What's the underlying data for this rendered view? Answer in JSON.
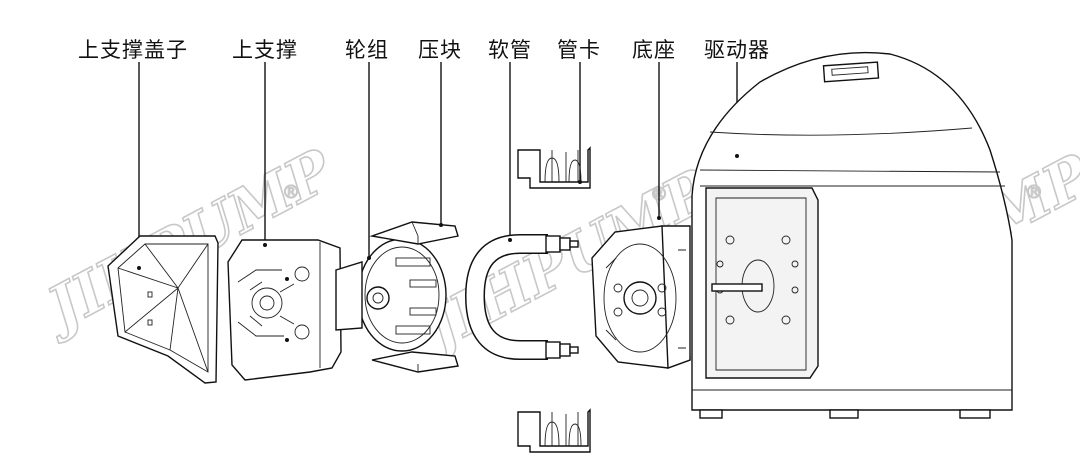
{
  "labels": {
    "upper_support_cover": "上支撑盖子",
    "upper_support": "上支撑",
    "roller_set": "轮组",
    "pressure_block": "压块",
    "tubing": "软管",
    "tube_clamp": "管卡",
    "base": "底座",
    "driver": "驱动器"
  },
  "watermark": {
    "brand": "JIHPUMP",
    "registered": "®"
  }
}
